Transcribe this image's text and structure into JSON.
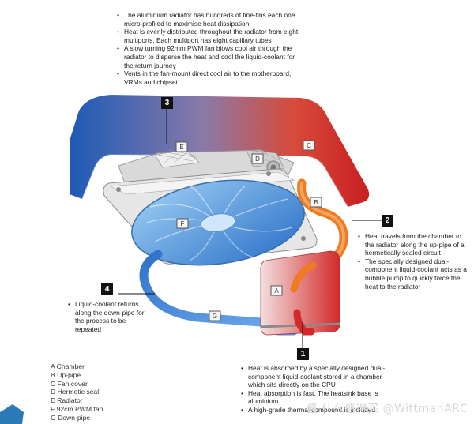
{
  "notes": {
    "top": [
      "The aluminium radiator has hundreds of fine-fins each one micro-profiled to maximise heat dissipation",
      "Heat is evenly distributed throughout the radiator from eight multiports. Each multiport has eight capillary tubes",
      "A slow turning 92mm PWM fan blows cool air through the radiator to disperse the heat and cool the liquid-coolant for the return journey",
      "Vents in the fan-mount direct cool air to the motherboard, VRMs and chipset"
    ],
    "right": [
      "Heat travels from the chamber to the radiator along the up-pipe of a hermetically sealed circuit",
      "The specially designed dual-component liquid-coolant acts as a bubble pump to quickly force the heat to the radiator"
    ],
    "left": [
      "Liquid-coolant returns along the down-pipe for the process to be repeated"
    ],
    "bottom": [
      "Heat is absorbed by a specially designed dual-component liquid-coolant stored in a chamber which sits directly on the CPU",
      "Heat absorption is fast. The heatsink base is aluminium.",
      "A high-grade thermal compound is included."
    ]
  },
  "steps": [
    "1",
    "2",
    "3",
    "4"
  ],
  "parts": [
    {
      "letter": "A",
      "name": "Chamber"
    },
    {
      "letter": "B",
      "name": "Up-pipe"
    },
    {
      "letter": "C",
      "name": "Fan cover"
    },
    {
      "letter": "D",
      "name": "Hermetic seal"
    },
    {
      "letter": "E",
      "name": "Radiator"
    },
    {
      "letter": "F",
      "name": "92cm PWM fan"
    },
    {
      "letter": "G",
      "name": "Down-pipe"
    }
  ],
  "legend_lines": [
    "A  Chamber",
    "B  Up-pipe",
    "C  Fan cover",
    "D  Hermetic seal",
    "E  Radiator",
    "F  92cm PWM fan",
    "G  Down-pipe"
  ],
  "watermark": "值 什么值得买 @WittmanARC",
  "colors": {
    "hot": "#d8282a",
    "cold": "#1f5fb4",
    "mid": "#f07a22",
    "label_line": "#111111"
  }
}
